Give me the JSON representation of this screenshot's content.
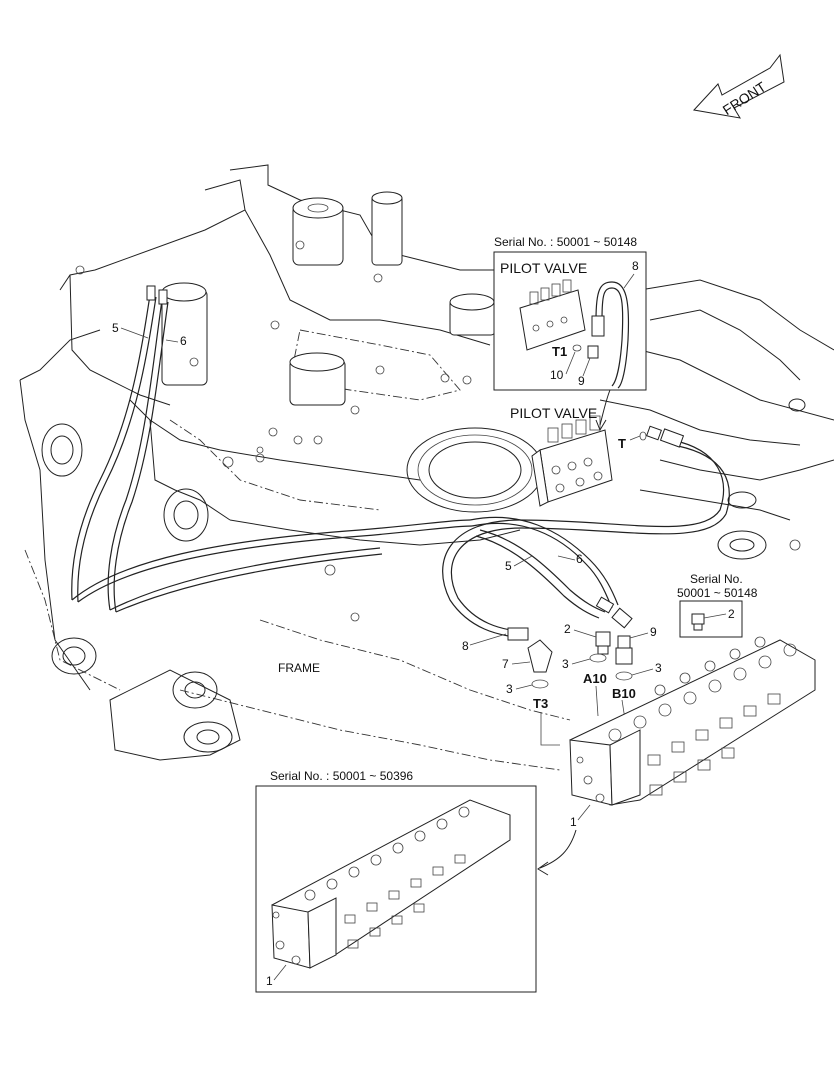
{
  "labels": {
    "front": "FRONT",
    "frame": "FRAME",
    "pilot_valve_inset": "PILOT VALVE",
    "pilot_valve_main": "PILOT VALVE",
    "serial_top": "Serial No. : 50001 ~ 50148",
    "serial_small_line1": "Serial No.",
    "serial_small_line2": "50001 ~ 50148",
    "serial_bottom": "Serial No. : 50001 ~ 50396",
    "port_t1": "T1",
    "port_t": "T",
    "port_a10": "A10",
    "port_b10": "B10",
    "port_t3": "T3"
  },
  "callouts": {
    "c1_main": "1",
    "c1_inset": "1",
    "c2_small": "2",
    "c2_main": "2",
    "c3_a": "3",
    "c3_b": "3",
    "c3_c": "3",
    "c5_top": "5",
    "c5_mid": "5",
    "c6_top": "6",
    "c6_mid": "6",
    "c7": "7",
    "c8_inset": "8",
    "c8_main": "8",
    "c9_inset": "9",
    "c9_main": "9",
    "c10": "10"
  }
}
